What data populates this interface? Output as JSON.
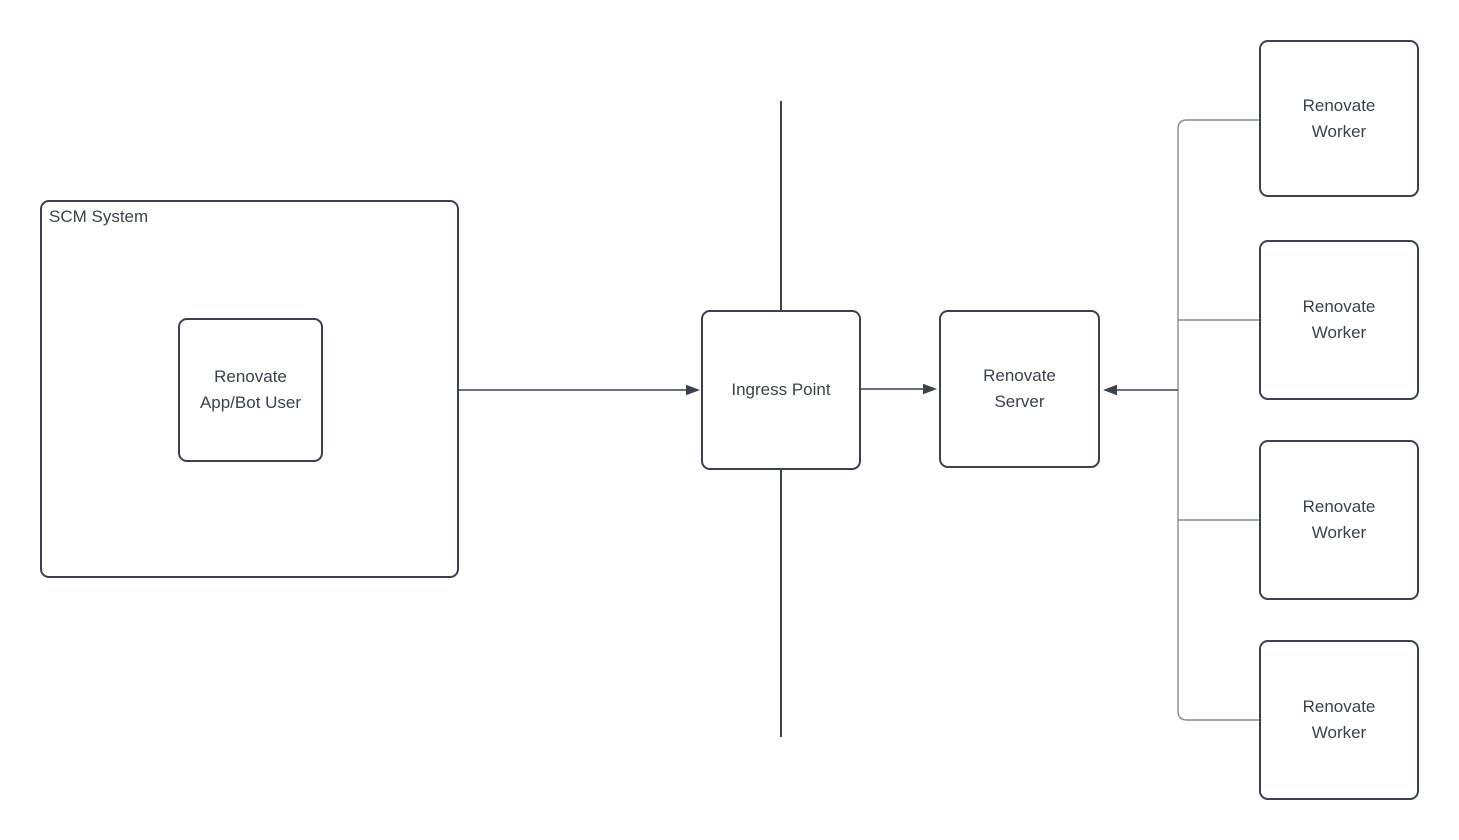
{
  "diagram": {
    "background_color": "#ffffff",
    "node_border_color": "#39424e",
    "text_color": "#39424e",
    "arrow_color": "#39424e",
    "tree_connector_color": "#858c94",
    "nodes": {
      "scm_system": {
        "lines": [
          "SCM System"
        ]
      },
      "app_bot_user": {
        "lines": [
          "Renovate",
          "App/Bot User"
        ]
      },
      "ingress_point": {
        "lines": [
          "Ingress Point"
        ]
      },
      "renovate_server": {
        "lines": [
          "Renovate",
          "Server"
        ]
      },
      "worker_1": {
        "lines": [
          "Renovate",
          "Worker"
        ]
      },
      "worker_2": {
        "lines": [
          "Renovate",
          "Worker"
        ]
      },
      "worker_3": {
        "lines": [
          "Renovate",
          "Worker"
        ]
      },
      "worker_4": {
        "lines": [
          "Renovate",
          "Worker"
        ]
      }
    },
    "edges": [
      {
        "from": "scm_system",
        "to": "ingress_point",
        "arrowhead": "at-ingress-point"
      },
      {
        "from": "ingress_point",
        "to": "renovate_server",
        "arrowhead": "at-renovate-server"
      },
      {
        "from": "worker-trunk",
        "to": "renovate_server",
        "arrowhead": "at-renovate-server"
      },
      {
        "from": "worker-trunk",
        "to": "workers",
        "arrowhead": "none"
      },
      {
        "type": "boundary-line",
        "orientation": "vertical",
        "through": "ingress_point"
      }
    ]
  }
}
